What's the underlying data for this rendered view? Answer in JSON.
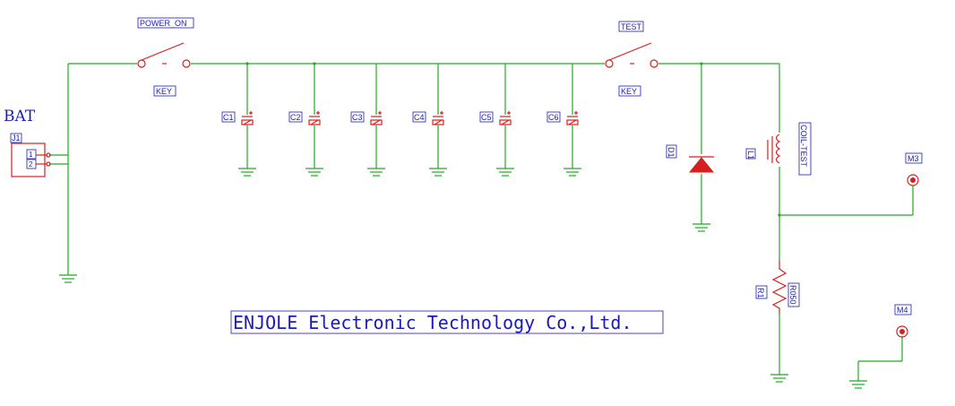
{
  "battery": {
    "title": "BAT",
    "ref": "J1",
    "pins": [
      "1",
      "2"
    ]
  },
  "switches": {
    "power": {
      "name": "POWER_ON",
      "type": "KEY"
    },
    "test": {
      "name": "TEST",
      "type": "KEY"
    }
  },
  "capacitors": [
    "C1",
    "C2",
    "C3",
    "C4",
    "C5",
    "C6"
  ],
  "diode": {
    "ref": "D1"
  },
  "coil": {
    "ref": "L1",
    "name": "COIL-TEST"
  },
  "resistor": {
    "ref": "R1",
    "value": "R050"
  },
  "test_points": [
    "M3",
    "M4"
  ],
  "company": "ENJOLE Electronic Technology Co.,Ltd.",
  "colors": {
    "wire": "#22aa22",
    "component": "#d61f1f",
    "label": "#1b1bb3"
  }
}
